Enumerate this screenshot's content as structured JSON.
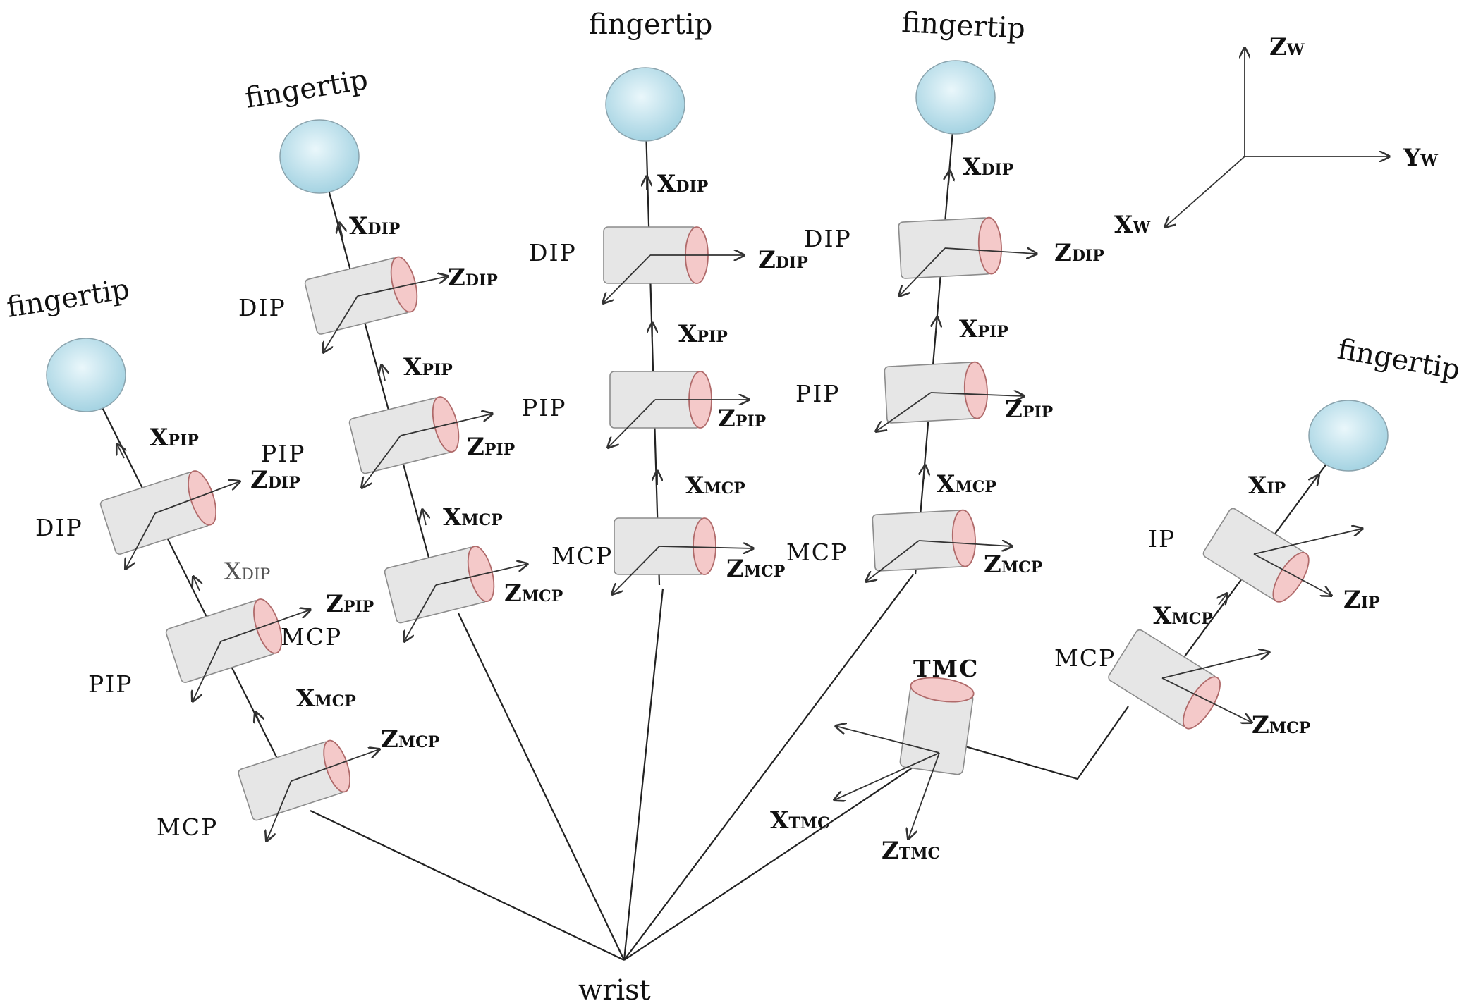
{
  "labels": {
    "fingertip": "fingertip",
    "wrist": "wrist",
    "dip": "DIP",
    "pip": "PIP",
    "mcp": "MCP",
    "ip": "IP",
    "tmc": "TMC"
  },
  "axes": {
    "x_dip": {
      "main": "X",
      "sub": "DIP"
    },
    "x_pip": {
      "main": "X",
      "sub": "PIP"
    },
    "x_mcp": {
      "main": "X",
      "sub": "MCP"
    },
    "x_ip": {
      "main": "X",
      "sub": "IP"
    },
    "x_tmc": {
      "main": "X",
      "sub": "TMC"
    },
    "z_dip": {
      "main": "Z",
      "sub": "DIP"
    },
    "z_pip": {
      "main": "Z",
      "sub": "PIP"
    },
    "z_mcp": {
      "main": "Z",
      "sub": "MCP"
    },
    "z_ip": {
      "main": "Z",
      "sub": "IP"
    },
    "z_tmc": {
      "main": "Z",
      "sub": "TMC"
    },
    "world_x": {
      "main": "X",
      "sub": "W"
    },
    "world_y": {
      "main": "Y",
      "sub": "W"
    },
    "world_z": {
      "main": "Z",
      "sub": "W"
    }
  },
  "colors": {
    "fingertip_fill": "#bfe3ee",
    "cylinder_body": "#e6e6e6",
    "cylinder_cap": "#f4c9c9",
    "line": "#222222"
  }
}
